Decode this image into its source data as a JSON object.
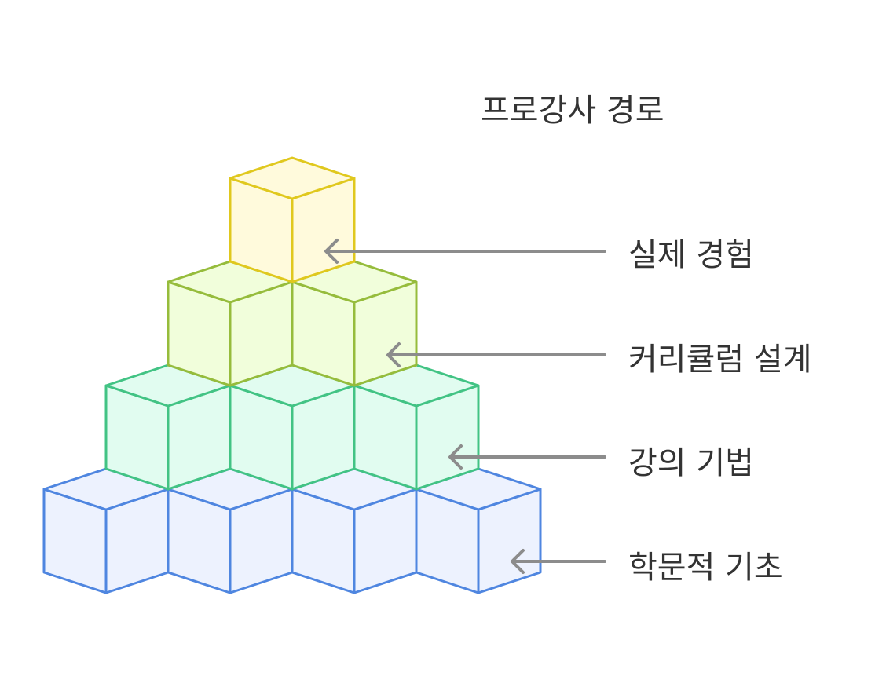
{
  "title": "프로강사 경로",
  "levels": [
    {
      "label": "실제 경험",
      "cubes": 1,
      "stroke": "#e0c81e",
      "fill": "#fffadc"
    },
    {
      "label": "커리큘럼 설계",
      "cubes": 2,
      "stroke": "#96bc3c",
      "fill": "#f1fedb"
    },
    {
      "label": "강의 기법",
      "cubes": 3,
      "stroke": "#42c384",
      "fill": "#e1fcf0"
    },
    {
      "label": "학문적 기초",
      "cubes": 4,
      "stroke": "#4f86e0",
      "fill": "#edf2fe"
    }
  ],
  "colors": {
    "arrow": "#8c8c8c",
    "text": "#333333"
  }
}
